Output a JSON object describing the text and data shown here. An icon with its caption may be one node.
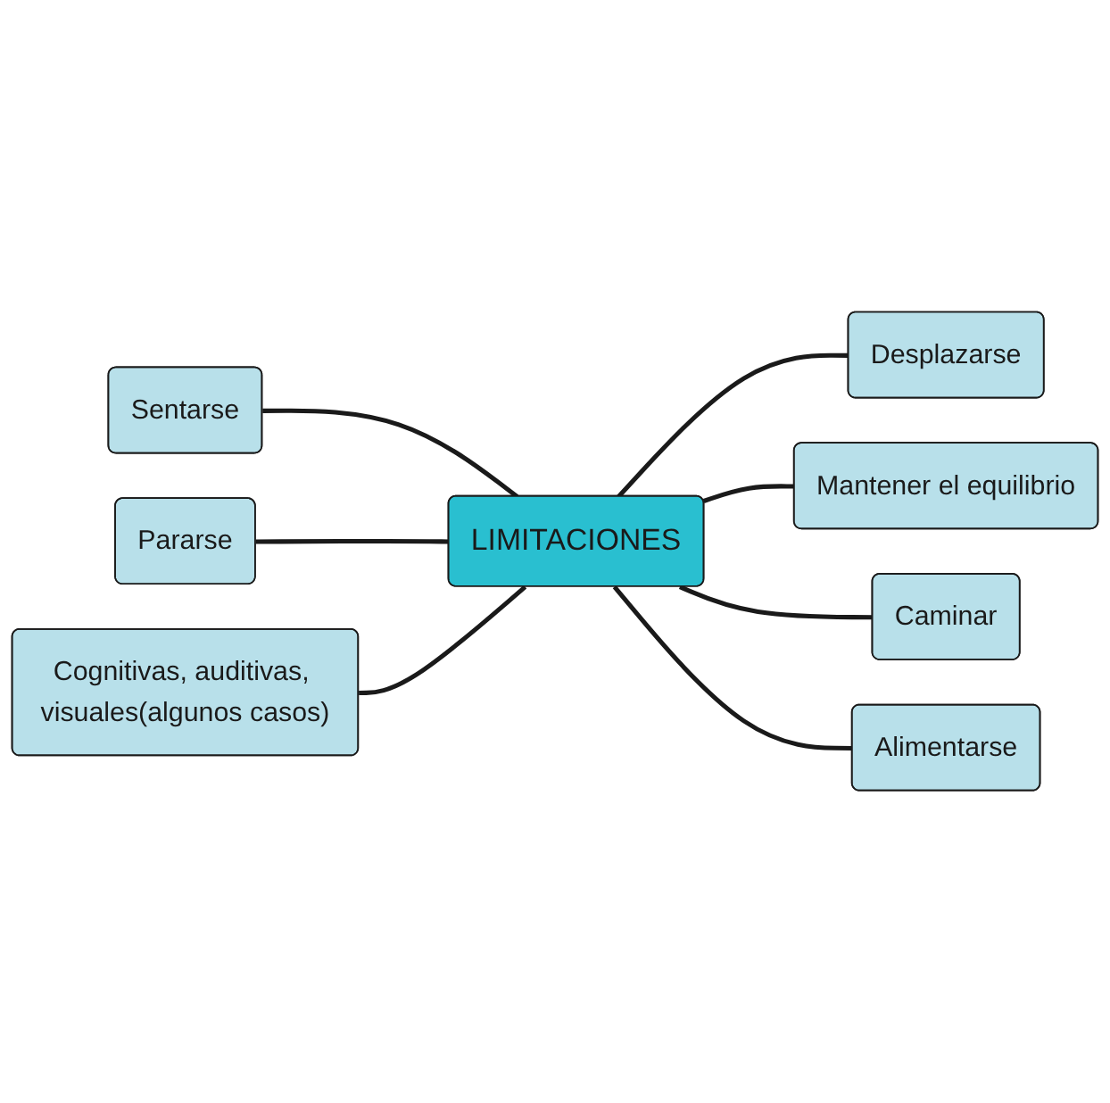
{
  "diagram": {
    "nodes": [
      {
        "text": [
          "Sentarse"
        ]
      },
      {
        "text": [
          "Pararse"
        ]
      },
      {
        "text": [
          "Cognitivas, auditivas, visuales(algunos casos)"
        ]
      },
      {
        "text": [
          "LIMITACIONES"
        ]
      },
      {
        "text": [
          "Desplazarse"
        ]
      },
      {
        "text": [
          "Mantener el equilibrio"
        ]
      },
      {
        "text": [
          "Caminar"
        ]
      },
      {
        "text": [
          "Alimentarse"
        ]
      }
    ],
    "edges": [
      {
        "from": 0,
        "to": 3,
        "arrow": "none"
      },
      {
        "from": 1,
        "to": 3,
        "arrow": "none"
      },
      {
        "from": 2,
        "to": 3,
        "arrow": "none"
      },
      {
        "from": 3,
        "to": 4,
        "arrow": "none"
      },
      {
        "from": 3,
        "to": 5,
        "arrow": "none"
      },
      {
        "from": 3,
        "to": 6,
        "arrow": "none"
      },
      {
        "from": 3,
        "to": 7,
        "arrow": "none"
      }
    ]
  }
}
